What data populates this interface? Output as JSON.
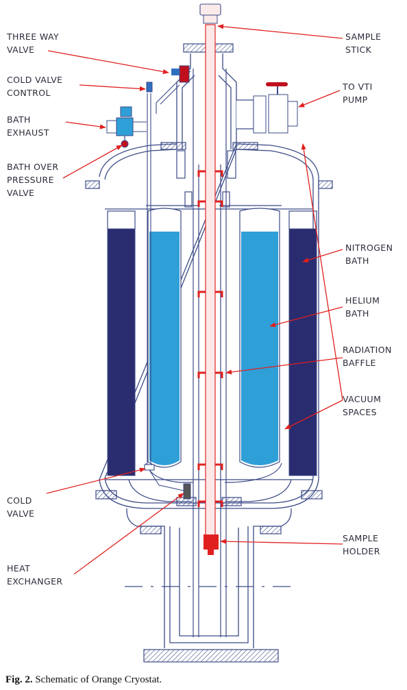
{
  "labels": {
    "three_way_valve": [
      "THREE WAY",
      "VALVE"
    ],
    "cold_valve_control": [
      "COLD VALVE",
      "CONTROL"
    ],
    "bath_exhaust": [
      "BATH",
      "EXHAUST"
    ],
    "bath_over_pressure_valve": [
      "BATH OVER",
      "PRESSURE",
      "VALVE"
    ],
    "cold_valve": [
      "COLD",
      "VALVE"
    ],
    "heat_exchanger": [
      "HEAT",
      "EXCHANGER"
    ],
    "sample_stick": [
      "SAMPLE",
      "STICK"
    ],
    "to_vti_pump": [
      "TO VTI",
      "PUMP"
    ],
    "nitrogen_bath": [
      "NITROGEN",
      "BATH"
    ],
    "helium_bath": [
      "HELIUM",
      "BATH"
    ],
    "radiation_baffle": [
      "RADIATION",
      "BAFFLE"
    ],
    "vacuum_spaces": [
      "VACUUM",
      "SPACES"
    ],
    "sample_holder": [
      "SAMPLE",
      "HOLDER"
    ]
  },
  "caption": {
    "figure": "Fig. 2.",
    "text": "Schematic of Orange Cryostat."
  },
  "colors": {
    "outline": "#3b4a86",
    "nitrogen": "#2a2c70",
    "helium": "#2f9fd8",
    "pointer": "#e0201e",
    "sample_stick": "#e53030",
    "background": "#ffffff"
  }
}
